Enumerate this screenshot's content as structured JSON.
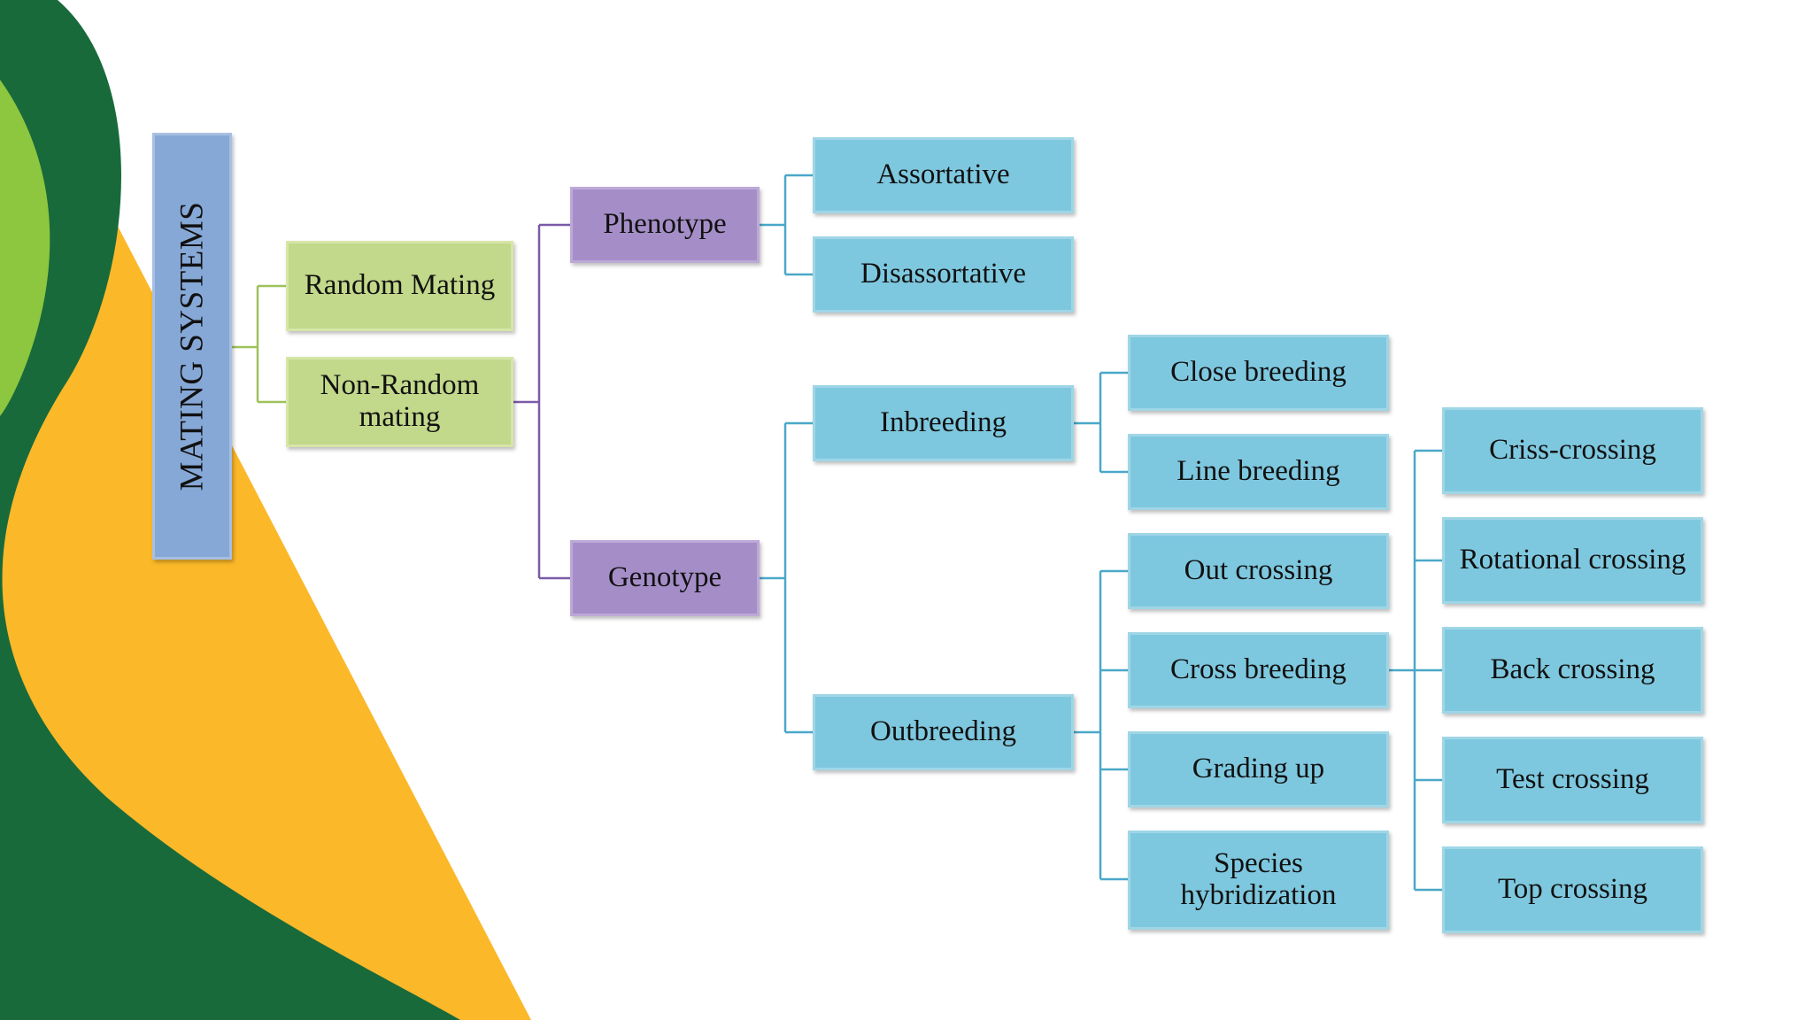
{
  "diagram": {
    "root": "MATING SYSTEMS",
    "level1": [
      "Random Mating",
      "Non-Random\nmating"
    ],
    "level2": [
      "Phenotype",
      "Genotype"
    ],
    "phenotype_children": [
      "Assortative",
      "Disassortative"
    ],
    "genotype_children": [
      "Inbreeding",
      "Outbreeding"
    ],
    "inbreeding_children": [
      "Close breeding",
      "Line breeding"
    ],
    "outbreeding_children": [
      "Out crossing",
      "Cross breeding",
      "Grading up",
      "Species\nhybridization"
    ],
    "cross_breeding_children": [
      "Criss-crossing",
      "Rotational crossing",
      "Back crossing",
      "Test crossing",
      "Top crossing"
    ]
  },
  "colors": {
    "dark_green": "#186a3b",
    "light_green": "#8dc63f",
    "yellow": "#fbb829",
    "connector_green": "#9dc25a",
    "connector_purple": "#7a5aa8",
    "connector_blue": "#4aa8c8"
  }
}
